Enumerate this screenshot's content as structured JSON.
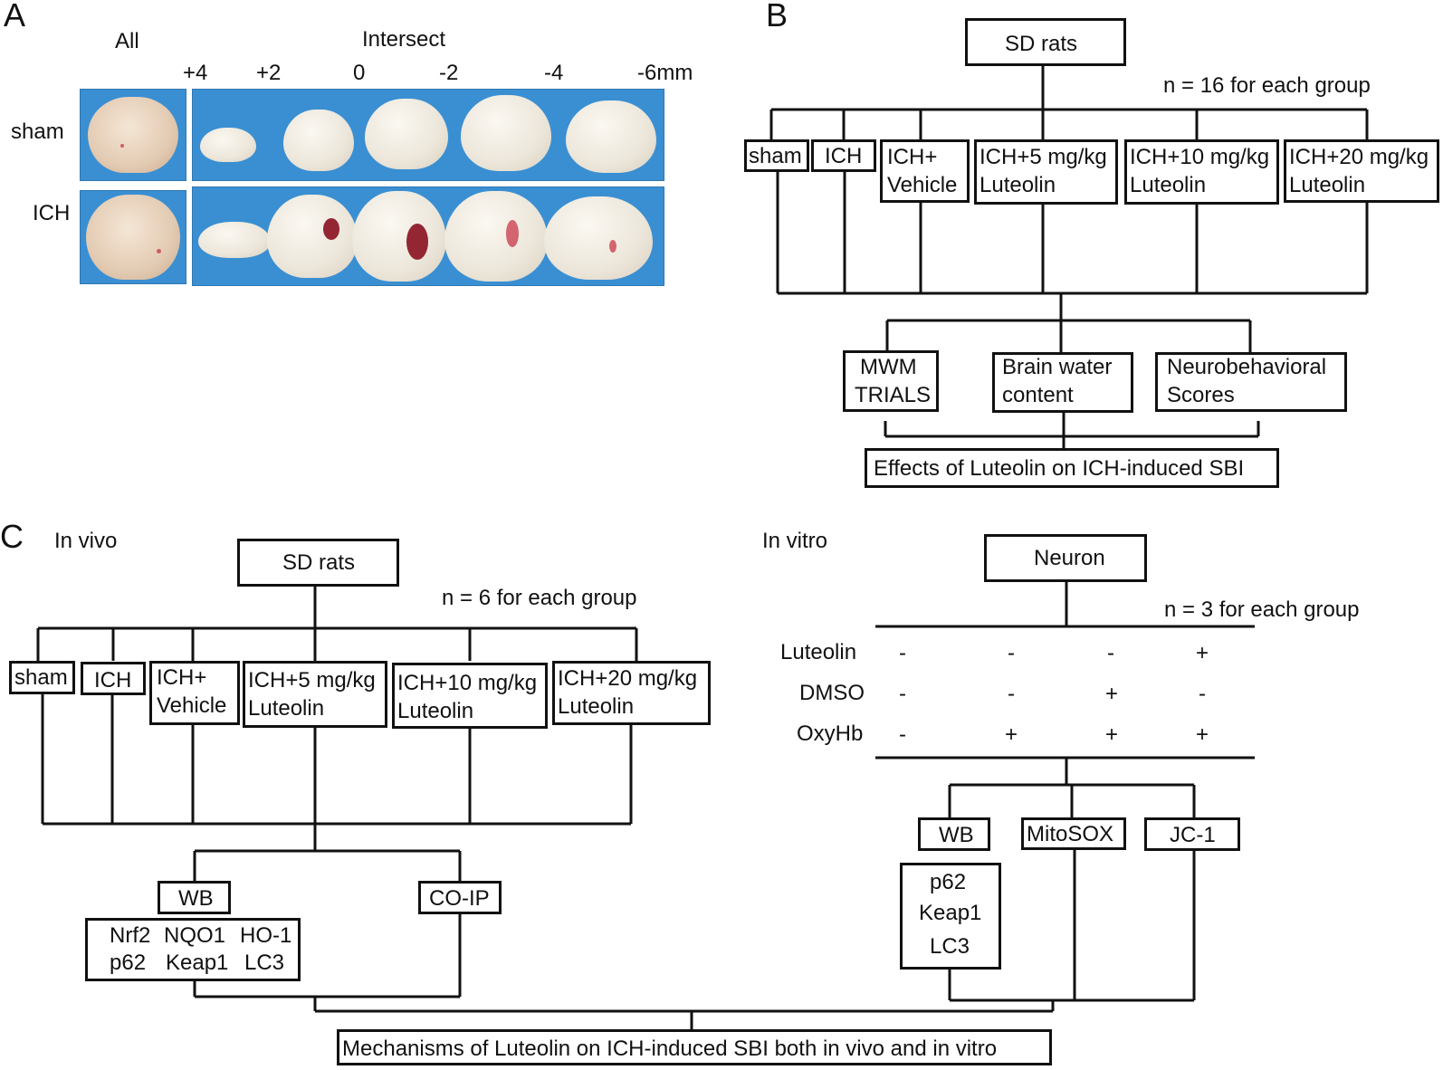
{
  "panel_a": {
    "label": "A",
    "col_all": "All",
    "col_intersect": "Intersect",
    "distances": [
      "+4",
      "+2",
      "0",
      "-2",
      "-4",
      "-6mm"
    ],
    "rows": [
      "sham",
      "ICH"
    ]
  },
  "panel_b": {
    "label": "B",
    "root": "SD rats",
    "n_note": "n = 16 for each group",
    "groups": [
      {
        "line1": "sham",
        "line2": ""
      },
      {
        "line1": "ICH",
        "line2": ""
      },
      {
        "line1": "ICH+",
        "line2": "Vehicle"
      },
      {
        "line1": "ICH+5 mg/kg",
        "line2": "Luteolin"
      },
      {
        "line1": "ICH+10 mg/kg",
        "line2": "Luteolin"
      },
      {
        "line1": "ICH+20 mg/kg",
        "line2": "Luteolin"
      }
    ],
    "assays": [
      {
        "line1": "MWM",
        "line2": "TRIALS"
      },
      {
        "line1": "Brain water",
        "line2": "content"
      },
      {
        "line1": "Neurobehavioral",
        "line2": "Scores"
      }
    ],
    "outcome": "Effects of Luteolin on ICH-induced SBI"
  },
  "panel_c": {
    "label": "C",
    "in_vivo": {
      "title": "In vivo",
      "root": "SD rats",
      "n_note": "n = 6 for each group",
      "groups": [
        {
          "line1": "sham",
          "line2": ""
        },
        {
          "line1": "ICH",
          "line2": ""
        },
        {
          "line1": "ICH+",
          "line2": "Vehicle"
        },
        {
          "line1": "ICH+5 mg/kg",
          "line2": "Luteolin"
        },
        {
          "line1": "ICH+10 mg/kg",
          "line2": "Luteolin"
        },
        {
          "line1": "ICH+20 mg/kg",
          "line2": "Luteolin"
        }
      ],
      "wb": "WB",
      "coip": "CO-IP",
      "markers_row1": [
        "Nrf2",
        "NQO1",
        "HO-1"
      ],
      "markers_row2": [
        "p62",
        "Keap1",
        "LC3"
      ]
    },
    "in_vitro": {
      "title": "In vitro",
      "root": "Neuron",
      "n_note": "n = 3 for each group",
      "treatments": [
        {
          "name": "Luteolin",
          "values": [
            "-",
            "-",
            "-",
            "+"
          ]
        },
        {
          "name": "DMSO",
          "values": [
            "-",
            "-",
            "+",
            "-"
          ]
        },
        {
          "name": "OxyHb",
          "values": [
            "-",
            "+",
            "+",
            "+"
          ]
        }
      ],
      "assays": [
        "WB",
        "MitoSOX",
        "JC-1"
      ],
      "wb_markers": [
        "p62",
        "Keap1",
        "LC3"
      ]
    },
    "outcome": "Mechanisms of Luteolin on ICH-induced SBI both in vivo and in vitro"
  }
}
